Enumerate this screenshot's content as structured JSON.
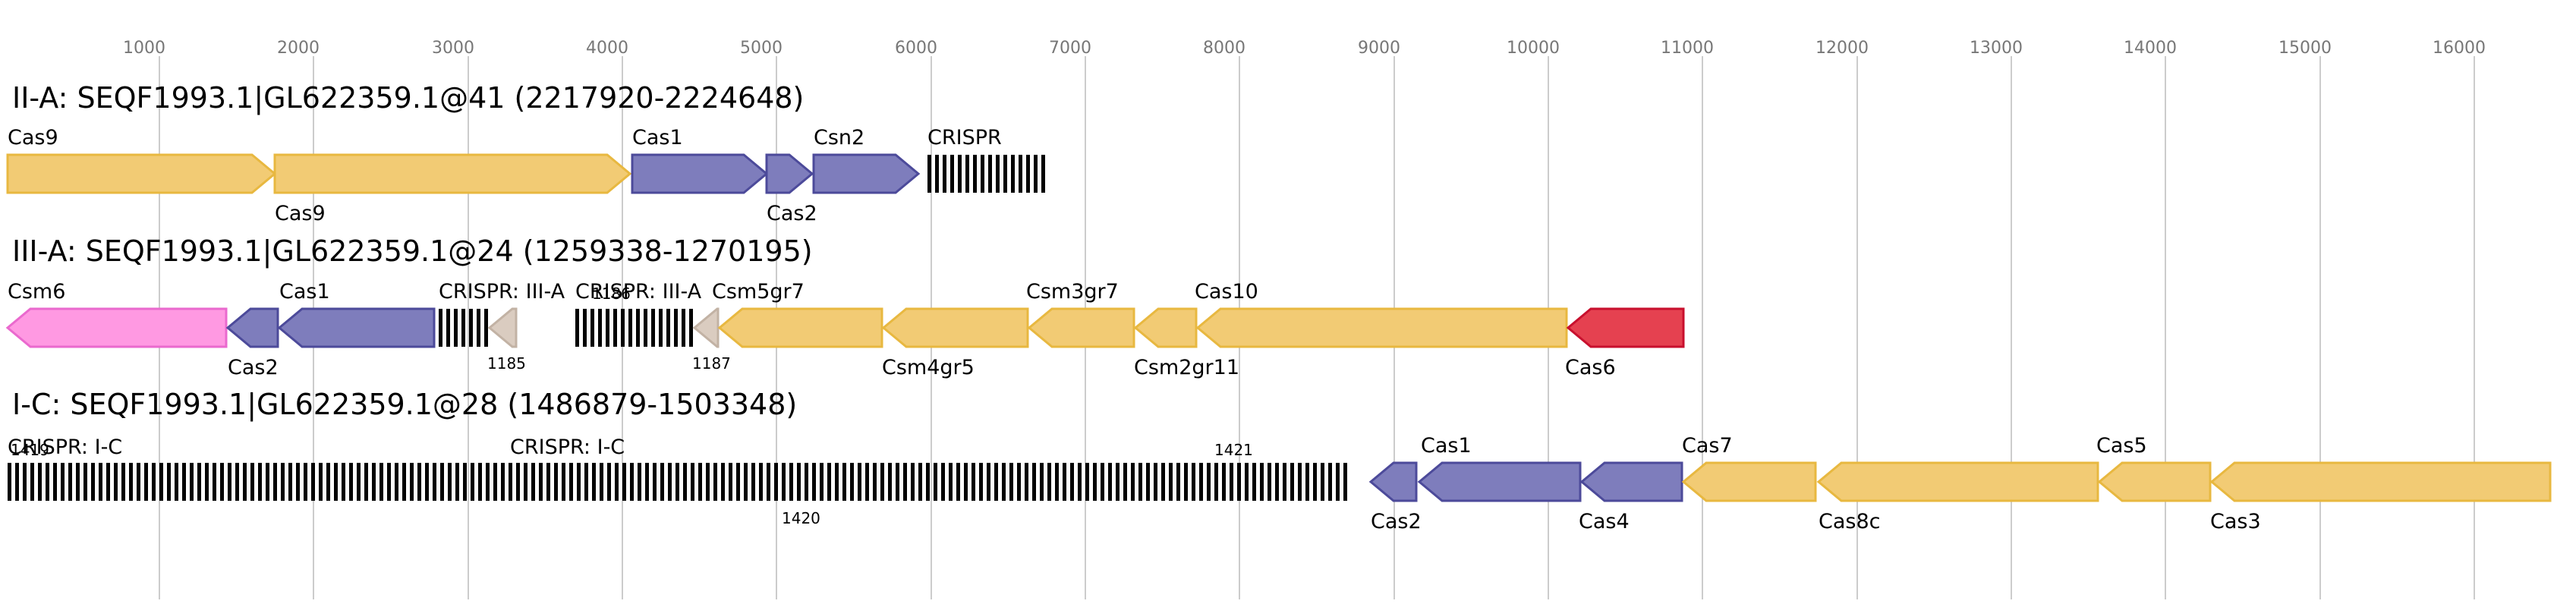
{
  "axis": {
    "ticks": [
      "1000",
      "2000",
      "3000",
      "4000",
      "5000",
      "6000",
      "7000",
      "8000",
      "9000",
      "10000",
      "11000",
      "12000",
      "13000",
      "14000",
      "15000",
      "16000"
    ]
  },
  "colors": {
    "cas_core": "#F2CB74",
    "adaptation": "#7E7DBC",
    "csm6": "#FF99E2",
    "cas6": "#E54150",
    "unknown": "#DACCC0",
    "crispr": "#000000",
    "grid": "#cccccc"
  },
  "tracks": [
    {
      "title": "II-A: SEQF1993.1|GL622359.1@41 (2217920-2224648)",
      "genes": [
        {
          "label": "Cas9",
          "color": "cas_core",
          "label_pos": "above"
        },
        {
          "label": "Cas9",
          "color": "cas_core",
          "label_pos": "below"
        },
        {
          "label": "Cas1",
          "color": "adaptation",
          "label_pos": "above"
        },
        {
          "label": "Cas2",
          "color": "adaptation",
          "label_pos": "below"
        },
        {
          "label": "Csn2",
          "color": "adaptation",
          "label_pos": "above"
        }
      ],
      "crisprs": [
        {
          "label": "CRISPR"
        }
      ],
      "notes": []
    },
    {
      "title": "III-A: SEQF1993.1|GL622359.1@24 (1259338-1270195)",
      "genes": [
        {
          "label": "Csm6",
          "color": "csm6",
          "label_pos": "above"
        },
        {
          "label": "Cas2",
          "color": "adaptation",
          "label_pos": "below"
        },
        {
          "label": "Cas1",
          "color": "adaptation",
          "label_pos": "above"
        },
        {
          "label": "",
          "color": "unknown",
          "label_pos": "none"
        },
        {
          "label": "",
          "color": "unknown",
          "label_pos": "none"
        },
        {
          "label": "Csm5gr7",
          "color": "cas_core",
          "label_pos": "above"
        },
        {
          "label": "Csm4gr5",
          "color": "cas_core",
          "label_pos": "below"
        },
        {
          "label": "Csm3gr7",
          "color": "cas_core",
          "label_pos": "above"
        },
        {
          "label": "Csm2gr11",
          "color": "cas_core",
          "label_pos": "below"
        },
        {
          "label": "Cas10",
          "color": "cas_core",
          "label_pos": "above"
        },
        {
          "label": "Cas6",
          "color": "cas6",
          "label_pos": "below"
        }
      ],
      "crisprs": [
        {
          "label": "CRISPR: III-A"
        },
        {
          "label": "CRISPR: III-A"
        }
      ],
      "notes": [
        {
          "text": "1185"
        },
        {
          "text": "1186"
        },
        {
          "text": "1187"
        }
      ]
    },
    {
      "title": "I-C: SEQF1993.1|GL622359.1@28 (1486879-1503348)",
      "genes": [
        {
          "label": "Cas2",
          "color": "adaptation",
          "label_pos": "below"
        },
        {
          "label": "Cas1",
          "color": "adaptation",
          "label_pos": "above"
        },
        {
          "label": "Cas4",
          "color": "adaptation",
          "label_pos": "below"
        },
        {
          "label": "Cas7",
          "color": "cas_core",
          "label_pos": "above"
        },
        {
          "label": "Cas8c",
          "color": "cas_core",
          "label_pos": "below"
        },
        {
          "label": "Cas5",
          "color": "cas_core",
          "label_pos": "above"
        },
        {
          "label": "Cas3",
          "color": "cas_core",
          "label_pos": "below"
        }
      ],
      "crisprs": [
        {
          "label": "CRISPR: I-C"
        },
        {
          "label": "CRISPR: I-C"
        }
      ],
      "notes": [
        {
          "text": "1419"
        },
        {
          "text": "1420"
        },
        {
          "text": "1421"
        }
      ]
    }
  ]
}
